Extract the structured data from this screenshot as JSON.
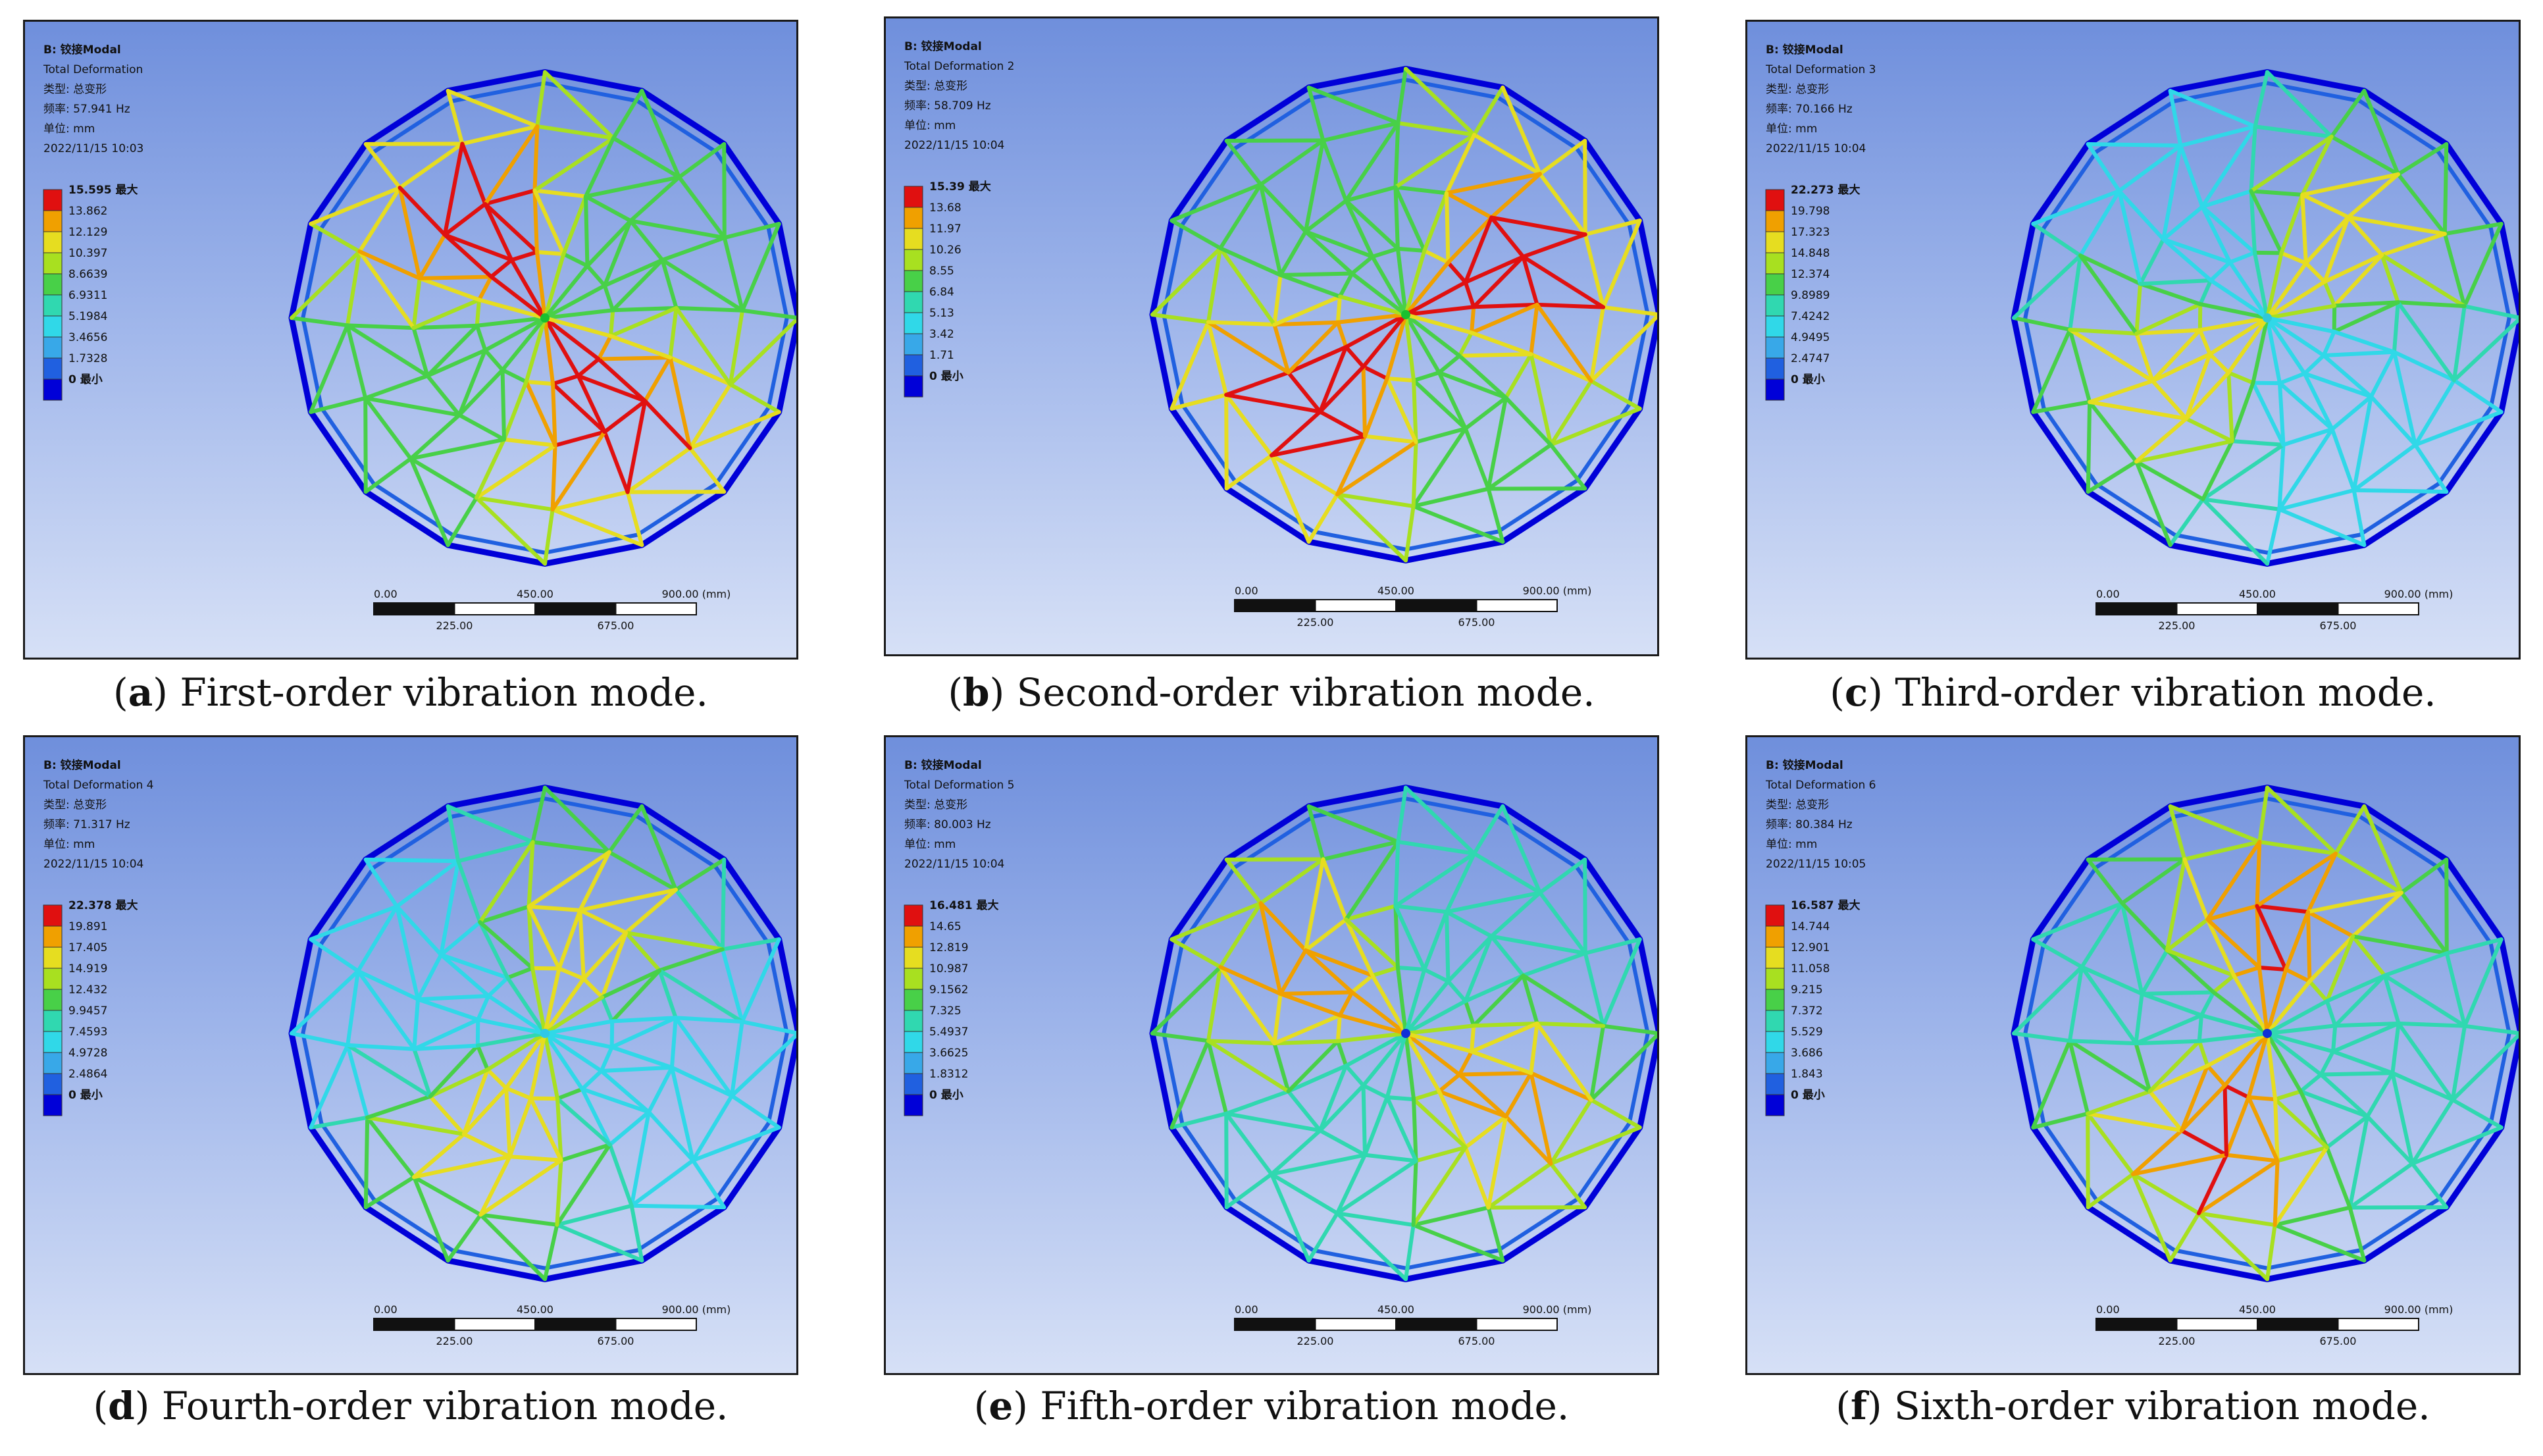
{
  "legend_colors": [
    "#e01010",
    "#f0a000",
    "#e6dd20",
    "#a8e020",
    "#48d048",
    "#30d8b0",
    "#30d8e8",
    "#38a8e8",
    "#2060e0",
    "#0000d8"
  ],
  "scale_bar": {
    "ticks_top": [
      "0.00",
      "450.00",
      "900.00 (mm)"
    ],
    "ticks_bottom": [
      "225.00",
      "675.00"
    ]
  },
  "panels": [
    {
      "id": "a",
      "letter": "a",
      "caption": "First-order vibration mode.",
      "header": "B: 铰接Modal",
      "result": "Total Deformation",
      "type": "类型: 总变形",
      "freq": "频率: 57.941  Hz",
      "unit": "单位: mm",
      "time": "2022/11/15 10:03",
      "legend": [
        "15.595 最大",
        "13.862",
        "12.129",
        "10.397",
        "8.6639",
        "6.9311",
        "5.1984",
        "3.4656",
        "1.7328",
        "0 最小"
      ]
    },
    {
      "id": "b",
      "letter": "b",
      "caption": "Second-order vibration mode.",
      "header": "B: 铰接Modal",
      "result": "Total Deformation 2",
      "type": "类型: 总变形",
      "freq": "频率: 58.709  Hz",
      "unit": "单位: mm",
      "time": "2022/11/15 10:04",
      "legend": [
        "15.39 最大",
        "13.68",
        "11.97",
        "10.26",
        "8.55",
        "6.84",
        "5.13",
        "3.42",
        "1.71",
        "0 最小"
      ]
    },
    {
      "id": "c",
      "letter": "c",
      "caption": "Third-order vibration mode.",
      "header": "B: 铰接Modal",
      "result": "Total Deformation 3",
      "type": "类型: 总变形",
      "freq": "频率: 70.166  Hz",
      "unit": "单位: mm",
      "time": "2022/11/15 10:04",
      "legend": [
        "22.273 最大",
        "19.798",
        "17.323",
        "14.848",
        "12.374",
        "9.8989",
        "7.4242",
        "4.9495",
        "2.4747",
        "0 最小"
      ]
    },
    {
      "id": "d",
      "letter": "d",
      "caption": "Fourth-order vibration mode.",
      "header": "B: 铰接Modal",
      "result": "Total Deformation 4",
      "type": "类型: 总变形",
      "freq": "频率: 71.317  Hz",
      "unit": "单位: mm",
      "time": "2022/11/15 10:04",
      "legend": [
        "22.378 最大",
        "19.891",
        "17.405",
        "14.919",
        "12.432",
        "9.9457",
        "7.4593",
        "4.9728",
        "2.4864",
        "0 最小"
      ]
    },
    {
      "id": "e",
      "letter": "e",
      "caption": "Fifth-order vibration mode.",
      "header": "B: 铰接Modal",
      "result": "Total Deformation 5",
      "type": "类型: 总变形",
      "freq": "频率: 80.003  Hz",
      "unit": "单位: mm",
      "time": "2022/11/15 10:04",
      "legend": [
        "16.481 最大",
        "14.65",
        "12.819",
        "10.987",
        "9.1562",
        "7.325",
        "5.4937",
        "3.6625",
        "1.8312",
        "0 最小"
      ]
    },
    {
      "id": "f",
      "letter": "f",
      "caption": "Sixth-order vibration mode.",
      "header": "B: 铰接Modal",
      "result": "Total Deformation 6",
      "type": "类型: 总变形",
      "freq": "频率: 80.384  Hz",
      "unit": "单位: mm",
      "time": "2022/11/15 10:05",
      "legend": [
        "16.587 最大",
        "14.744",
        "12.901",
        "11.058",
        "9.215",
        "7.372",
        "5.529",
        "3.686",
        "1.843",
        "0 最小"
      ]
    }
  ]
}
